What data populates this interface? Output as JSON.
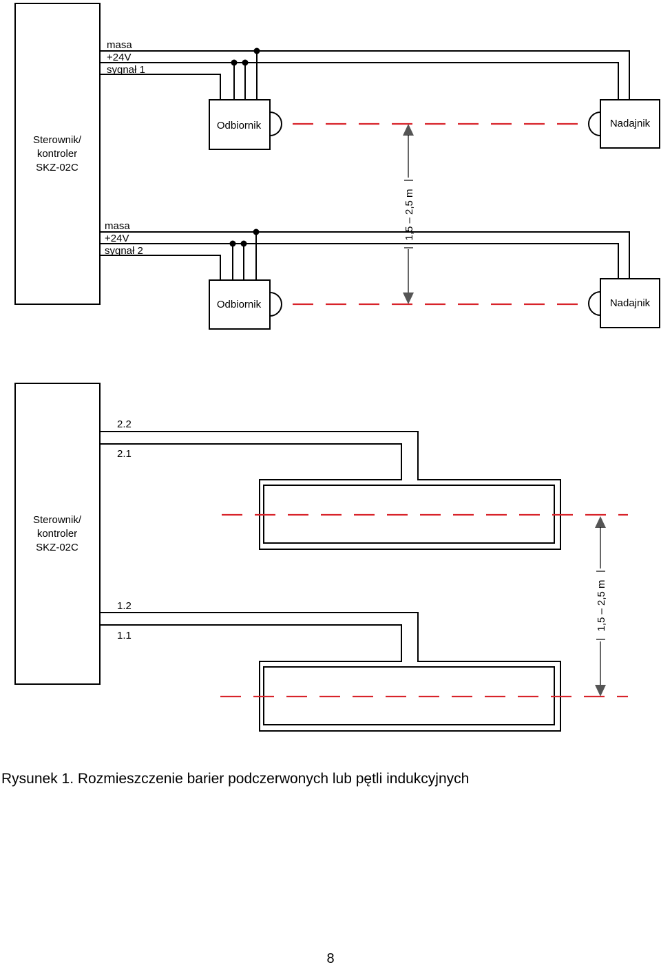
{
  "diagram_top": {
    "controller": {
      "line1": "Sterownik/",
      "line2": "kontroler",
      "line3": "SKZ-02C"
    },
    "bus1": {
      "masa": "masa",
      "plus24v": "+24V",
      "signal": "sygnał 1"
    },
    "bus2": {
      "masa": "masa",
      "plus24v": "+24V",
      "signal": "sygnał 2"
    },
    "receiver1": "Odbiornik",
    "receiver2": "Odbiornik",
    "transmitter1": "Nadajnik",
    "transmitter2": "Nadajnik",
    "distance": "1,5 – 2,5 m",
    "beam_color": "#d8232a"
  },
  "diagram_bottom": {
    "controller": {
      "line1": "Sterownik/",
      "line2": "kontroler",
      "line3": "SKZ-02C"
    },
    "terminal_2_2": "2.2",
    "terminal_2_1": "2.1",
    "terminal_1_2": "1.2",
    "terminal_1_1": "1.1",
    "distance": "1,5 – 2,5 m",
    "line_color": "#d8232a"
  },
  "caption": "Rysunek 1. Rozmieszczenie barier podczerwonych lub pętli indukcyjnych",
  "page_number": "8"
}
